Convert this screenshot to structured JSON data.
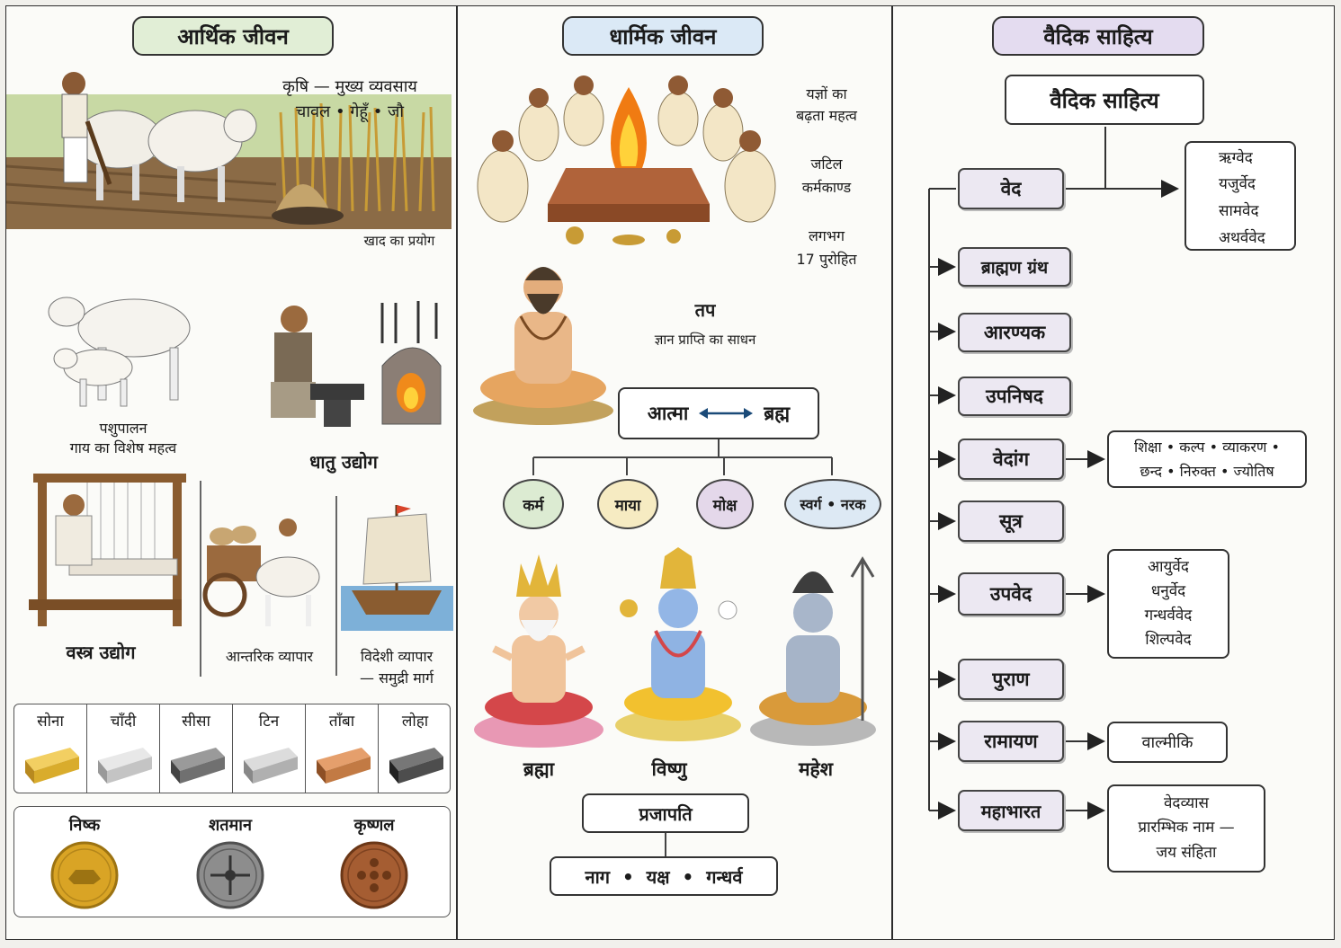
{
  "economic": {
    "title": "आर्थिक जीवन",
    "agri_main": "कृषि — मुख्य व्यवसाय",
    "crops": "चावल • गेहूँ • जौ",
    "manure": "खाद का प्रयोग",
    "cattle_1": "पशुपालन",
    "cattle_2": "गाय का विशेष महत्व",
    "metal_industry": "धातु उद्योग",
    "textile": "वस्त्र उद्योग",
    "inland_trade": "आन्तरिक व्यापार",
    "foreign_trade_1": "विदेशी व्यापार",
    "foreign_trade_2": "— समुद्री मार्ग",
    "metals": [
      "सोना",
      "चाँदी",
      "सीसा",
      "टिन",
      "ताँबा",
      "लोहा"
    ],
    "metal_colors": [
      "#d9ac2c",
      "#c4c4c4",
      "#707070",
      "#b0b0b0",
      "#c27a44",
      "#4d4d4d"
    ],
    "coins": [
      "निष्क",
      "शतमान",
      "कृष्णल"
    ],
    "coin_colors": [
      "#d9a425",
      "#8d8d8d",
      "#a55d32"
    ]
  },
  "religious": {
    "title": "धार्मिक जीवन",
    "yajna_1": "यज्ञों का",
    "yajna_2": "बढ़ता महत्व",
    "ritual_1": "जटिल",
    "ritual_2": "कर्मकाण्ड",
    "priests_1": "लगभग",
    "priests_2": "17 पुरोहित",
    "tap": "तप",
    "tap_sub": "ज्ञान प्राप्ति का साधन",
    "atma": "आत्मा",
    "brahm": "ब्रह्म",
    "concepts": [
      "कर्म",
      "माया",
      "मोक्ष",
      "स्वर्ग • नरक"
    ],
    "concept_colors": [
      "#dcebd2",
      "#f6ebc2",
      "#e4d8ea",
      "#dde9f4"
    ],
    "gods": [
      "ब्रह्मा",
      "विष्णु",
      "महेश"
    ],
    "prajapati": "प्रजापति",
    "beings": "नाग  •  यक्ष  •  गन्धर्व"
  },
  "vedic": {
    "title": "वैदिक साहित्य",
    "root": "वैदिक साहित्य",
    "nodes": [
      "वेद",
      "ब्राह्मण ग्रंथ",
      "आरण्यक",
      "उपनिषद",
      "वेदांग",
      "सूत्र",
      "उपवेद",
      "पुराण",
      "रामायण",
      "महाभारत"
    ],
    "vedas": [
      "ऋग्वेद",
      "यजुर्वेद",
      "सामवेद",
      "अथर्ववेद"
    ],
    "vedanga_1": "शिक्षा • कल्प • व्याकरण •",
    "vedanga_2": "छन्द • निरुक्त • ज्योतिष",
    "upavedas": [
      "आयुर्वेद",
      "धनुर्वेद",
      "गन्धर्ववेद",
      "शिल्पवेद"
    ],
    "ramayana_author": "वाल्मीकि",
    "mbh_1": "वेदव्यास",
    "mbh_2": "प्रारम्भिक नाम —",
    "mbh_3": "जय संहिता"
  }
}
